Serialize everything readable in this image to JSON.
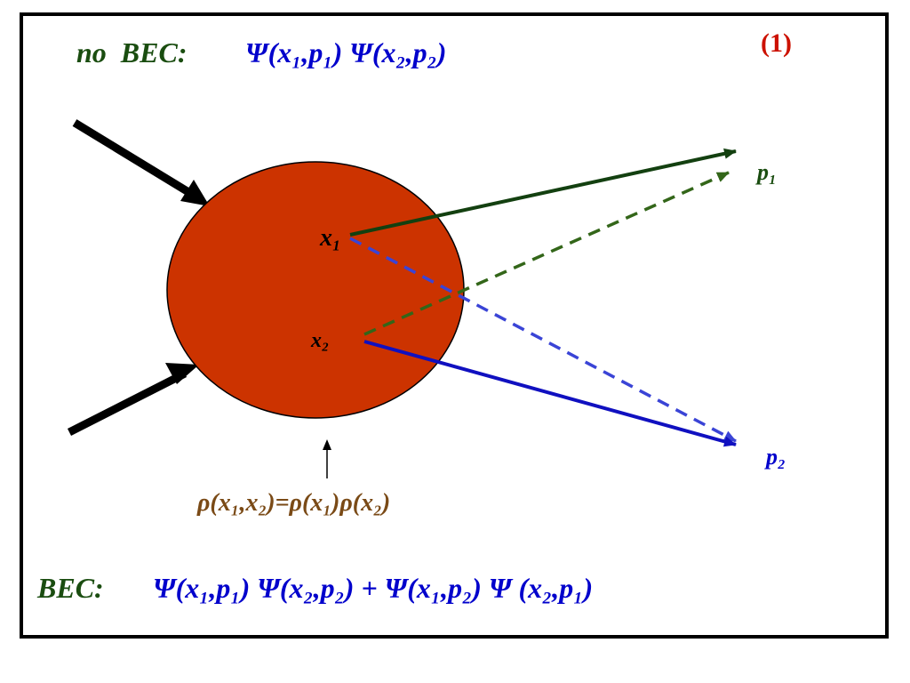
{
  "colors": {
    "frame": "#000000",
    "label_green": "#1a4d10",
    "formula_blue": "#0000cc",
    "equation_number_red": "#cc1100",
    "source_fill": "#cc3300",
    "density_brown": "#7a4a16",
    "solid_green_arrow": "#134010",
    "dashed_green_arrow": "#336619",
    "dashed_blue_arrow": "#3a44d6",
    "solid_blue_arrow": "#1010c0",
    "incoming_arrow": "#000000"
  },
  "header": {
    "no_bec_label": "no  BEC:",
    "no_bec_formula": "Ψ(x₁,p₁) Ψ(x₂,p₂)",
    "equation_number": "(1)"
  },
  "source": {
    "x1_label": "x₁",
    "x2_label": "x₂"
  },
  "detectors": {
    "p1_label": "p₁",
    "p2_label": "p₂"
  },
  "density": {
    "formula": "ρ(x₁,x₂)=ρ(x₁)ρ(x₂)"
  },
  "footer": {
    "bec_label": "BEC:",
    "bec_formula": "Ψ(x₁,p₁) Ψ(x₂,p₂) + Ψ(x₁,p₂) Ψ (x₂,p₁)"
  }
}
